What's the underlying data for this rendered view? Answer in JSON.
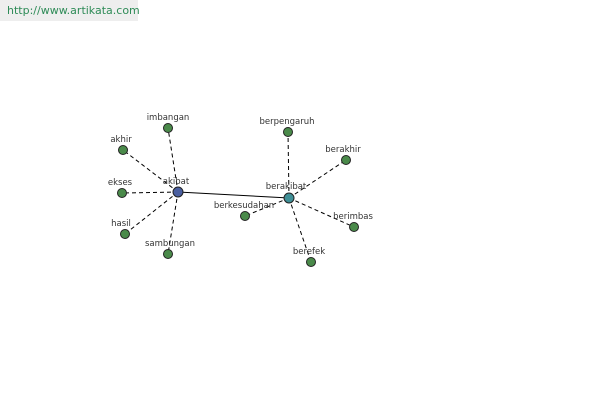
{
  "header": {
    "url": "http://www.artikata.com"
  },
  "colors": {
    "url_text": "#2e8b57",
    "url_background": "#eeeeee",
    "leaf_node": "#4a8a4a",
    "hub_akibat": "#4a5fa0",
    "hub_berakibat": "#3f8f96",
    "edge": "#000000"
  },
  "graph": {
    "hubs": {
      "akibat": {
        "label": "akibat"
      },
      "berakibat": {
        "label": "berakibat"
      }
    },
    "akibat_neighbors": [
      {
        "id": "imbangan",
        "label": "imbangan"
      },
      {
        "id": "akhir",
        "label": "akhir"
      },
      {
        "id": "ekses",
        "label": "ekses"
      },
      {
        "id": "hasil",
        "label": "hasil"
      },
      {
        "id": "sambungan",
        "label": "sambungan"
      }
    ],
    "berakibat_neighbors": [
      {
        "id": "berpengaruh",
        "label": "berpengaruh"
      },
      {
        "id": "berakhir",
        "label": "berakhir"
      },
      {
        "id": "berimbas",
        "label": "berimbas"
      },
      {
        "id": "berefek",
        "label": "berefek"
      },
      {
        "id": "berkesudahan",
        "label": "berkesudahan"
      }
    ],
    "hub_link": {
      "from": "akibat",
      "to": "berakibat",
      "style": "solid"
    },
    "spoke_style": "dashed"
  }
}
